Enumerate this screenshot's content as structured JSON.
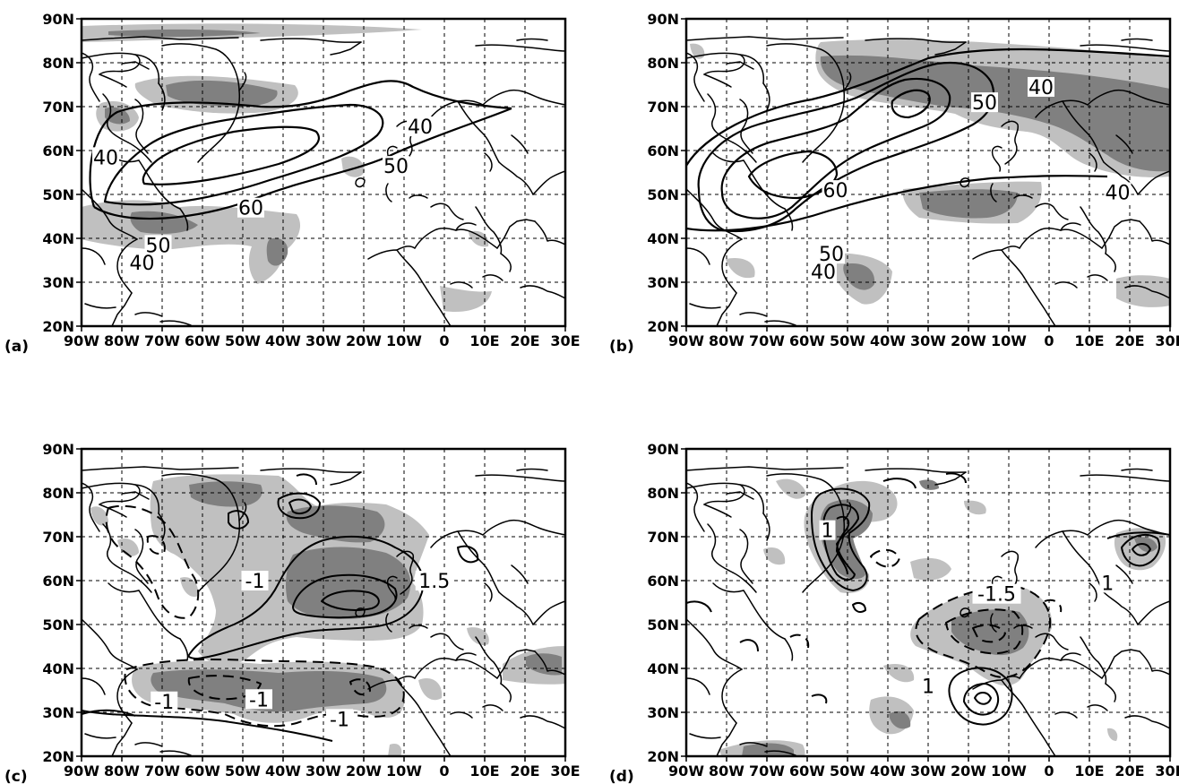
{
  "figure": {
    "colors": {
      "shade_light": "#c0c0c0",
      "shade_dark": "#808080",
      "line": "#000000",
      "grid": "#000000",
      "background": "#ffffff"
    },
    "x_ticks": [
      "90W",
      "80W",
      "70W",
      "60W",
      "50W",
      "40W",
      "30W",
      "20W",
      "10W",
      "0",
      "10E",
      "20E",
      "30E"
    ],
    "y_ticks": [
      "20N",
      "30N",
      "40N",
      "50N",
      "60N",
      "70N",
      "80N",
      "90N"
    ],
    "lon_range": [
      -90,
      30
    ],
    "lat_range": [
      20,
      90
    ],
    "panels": [
      {
        "label": "(a)",
        "contour_labels": [
          {
            "text": "40",
            "lon": -84,
            "lat": 58.5
          },
          {
            "text": "40",
            "lon": -6,
            "lat": 65.5
          },
          {
            "text": "50",
            "lon": -12,
            "lat": 56.5
          },
          {
            "text": "60",
            "lon": -48,
            "lat": 47
          },
          {
            "text": "50",
            "lon": -71,
            "lat": 38.5
          },
          {
            "text": "40",
            "lon": -75,
            "lat": 34.5
          }
        ]
      },
      {
        "label": "(b)",
        "contour_labels": [
          {
            "text": "40",
            "lon": -2,
            "lat": 74.5
          },
          {
            "text": "50",
            "lon": -16,
            "lat": 71
          },
          {
            "text": "60",
            "lon": -53,
            "lat": 51
          },
          {
            "text": "50",
            "lon": -54,
            "lat": 36.5
          },
          {
            "text": "40",
            "lon": -56,
            "lat": 32.5
          },
          {
            "text": "40",
            "lon": 17,
            "lat": 50.5
          }
        ]
      },
      {
        "label": "(c)",
        "contour_labels": [
          {
            "text": "-1",
            "lon": -47,
            "lat": 60
          },
          {
            "text": "1.5",
            "lon": -2.5,
            "lat": 60
          },
          {
            "text": "-1",
            "lon": -69.5,
            "lat": 32.5
          },
          {
            "text": "-1",
            "lon": -46,
            "lat": 33
          },
          {
            "text": "-1",
            "lon": -26,
            "lat": 28.5
          }
        ]
      },
      {
        "label": "(d)",
        "contour_labels": [
          {
            "text": "1",
            "lon": -55,
            "lat": 71.5
          },
          {
            "text": "-1.5",
            "lon": -13,
            "lat": 57
          },
          {
            "text": "1",
            "lon": 14.5,
            "lat": 59.5
          },
          {
            "text": "1",
            "lon": -30,
            "lat": 36
          }
        ]
      }
    ]
  }
}
